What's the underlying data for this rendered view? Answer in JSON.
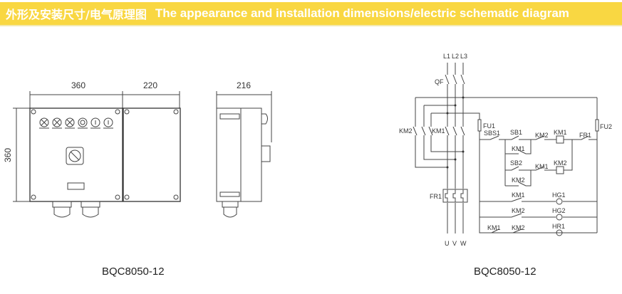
{
  "header": {
    "title_cn": "外形及安装尺寸/电气原理图",
    "title_en": "The appearance and installation dimensions/electric schematic diagram",
    "color": "#F9D742"
  },
  "dimensions": {
    "front_width_main": "360",
    "front_width_ext": "220",
    "front_height": "360",
    "side_depth": "216"
  },
  "models": {
    "left": "BQC8050-12",
    "right": "BQC8050-12"
  },
  "schematic": {
    "L1": "L1",
    "L2": "L2",
    "L3": "L3",
    "QF": "QF",
    "KM2_main": "KM2",
    "KM1_main": "KM1",
    "FU1": "FU1",
    "FU2": "FU2",
    "SBS1": "SBS1",
    "SB1": "SB1",
    "SB2": "SB2",
    "KM2_interlock": "KM2",
    "KM1_coil": "KM1",
    "FR1_contact": "FR1",
    "KM1_hold": "KM1",
    "KM1_interlock": "KM1",
    "KM2_coil": "KM2",
    "KM2_hold": "KM2",
    "FR1_relay": "FR1",
    "KM1_hg1": "KM1",
    "HG1": "HG1",
    "KM2_hg2": "KM2",
    "HG2": "HG2",
    "KM1_hr1": "KM1",
    "KM2_hr1": "KM2",
    "HR1": "HR1",
    "U": "U",
    "V": "V",
    "W": "W"
  }
}
